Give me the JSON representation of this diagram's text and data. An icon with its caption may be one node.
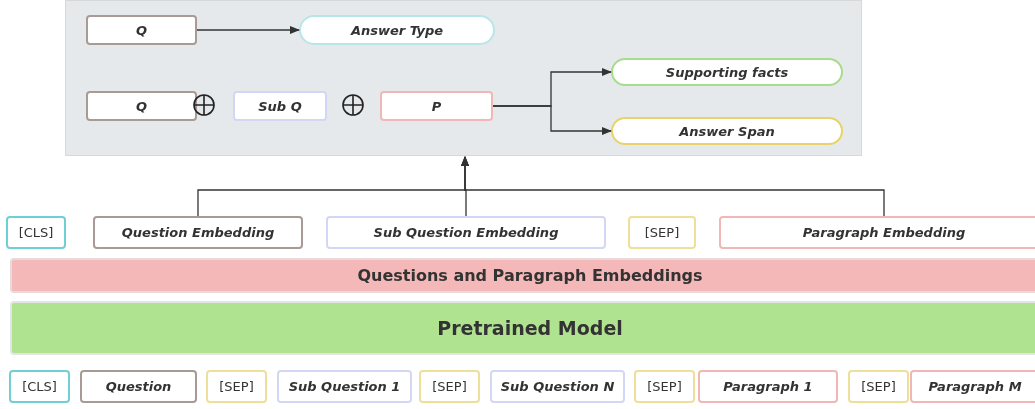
{
  "diagram": {
    "nodes": [
      {
        "text": [],
        "shape": "box"
      },
      {
        "text": [
          "Q"
        ],
        "in": 0
      },
      {
        "text": [
          "Answer Type"
        ],
        "in": 0
      },
      {
        "text": [
          "Q"
        ],
        "in": 0
      },
      {
        "text": [
          "Sub Q"
        ],
        "in": 0
      },
      {
        "text": [
          "P"
        ],
        "in": 0
      },
      {
        "text": [
          "Supporting facts"
        ],
        "in": 0
      },
      {
        "text": [
          "Answer Span"
        ],
        "in": 0
      },
      {
        "text": [
          "[CLS]"
        ]
      },
      {
        "text": [
          "Question Embedding"
        ]
      },
      {
        "text": [
          "Sub Question Embedding"
        ]
      },
      {
        "text": [
          "[SEP]"
        ]
      },
      {
        "text": [
          "Paragraph Embedding"
        ]
      },
      {
        "text": [
          "Questions and Paragraph Embeddings"
        ]
      },
      {
        "text": [
          "Pretrained Model"
        ]
      },
      {
        "text": [
          "[CLS]"
        ]
      },
      {
        "text": [
          "Question"
        ]
      },
      {
        "text": [
          "[SEP]"
        ]
      },
      {
        "text": [
          "Sub Question 1"
        ]
      },
      {
        "text": [
          "[SEP]"
        ]
      },
      {
        "text": [
          "Sub Question N"
        ]
      },
      {
        "text": [
          "[SEP]"
        ]
      },
      {
        "text": [
          "Paragraph 1"
        ]
      },
      {
        "text": [
          "[SEP]"
        ]
      },
      {
        "text": [
          "Paragraph M"
        ]
      }
    ],
    "edges": [
      {
        "from": 1,
        "to": 2,
        "arrow": "to"
      },
      {
        "from": 5,
        "to": 6,
        "arrow": "to"
      },
      {
        "from": 5,
        "to": 7,
        "arrow": "to"
      },
      {
        "from": 9,
        "to": 0,
        "arrow": "to"
      },
      {
        "from": 10,
        "to": 0,
        "arrow": "to"
      },
      {
        "from": 12,
        "to": 0,
        "arrow": "to"
      }
    ]
  }
}
